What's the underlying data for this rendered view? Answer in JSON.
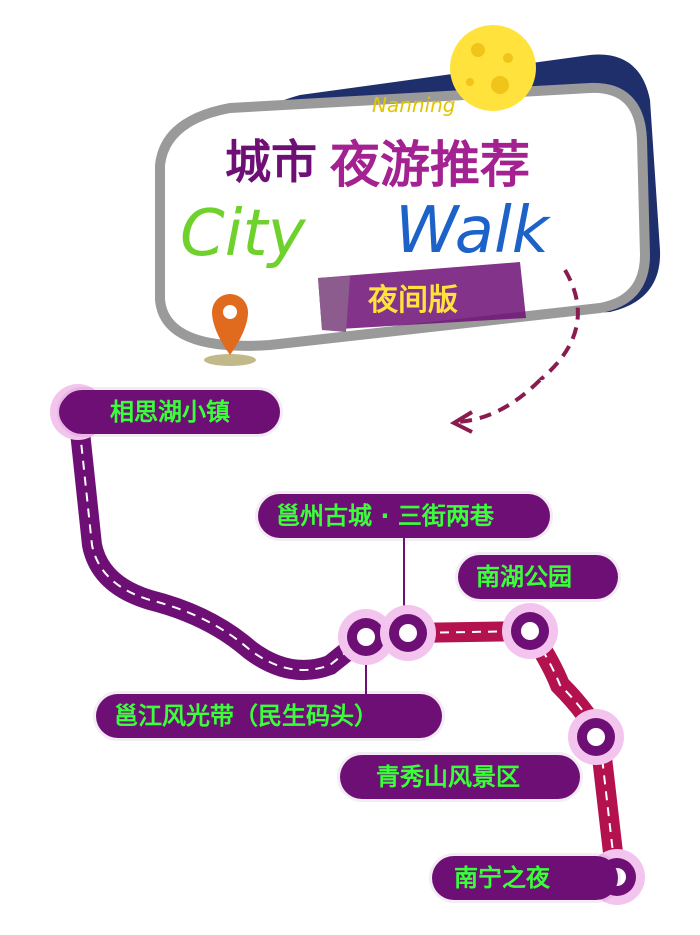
{
  "header": {
    "title_part1": "城市",
    "title_part2": "夜游推荐",
    "city_script": "Nanning",
    "walk_part1": "City",
    "walk_part2": "Walk",
    "ribbon": "夜间版"
  },
  "route": {
    "stops": [
      {
        "label": "相思湖小镇"
      },
      {
        "label": "邕州古城 · 三街两巷"
      },
      {
        "label": "南湖公园"
      },
      {
        "label": "邕江风光带（民生码头）"
      },
      {
        "label": "青秀山风景区"
      },
      {
        "label": "南宁之夜"
      }
    ]
  },
  "colors": {
    "purple": "#6e0f76",
    "magenta_route": "#b3124e",
    "label_text": "#39ff39",
    "navy": "#1f2f6b",
    "moon": "#ffe23b",
    "pin": "#e06a1e"
  },
  "icons": [
    "moon-icon",
    "location-pin-icon",
    "dashed-arrow-icon"
  ]
}
